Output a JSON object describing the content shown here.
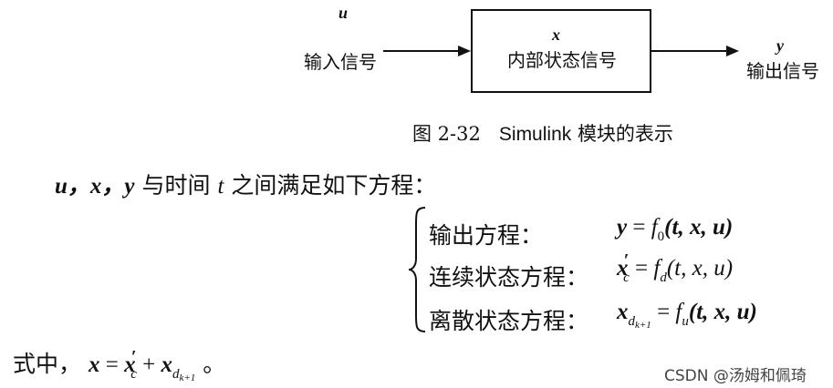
{
  "diagram": {
    "input_var": "u",
    "input_label": "输入信号",
    "state_var": "x",
    "state_label": "内部状态信号",
    "output_var": "y",
    "output_label": "输出信号"
  },
  "caption": {
    "figure_no": "图 2-32",
    "title_en": "Simulink",
    "title_cn": "模块的表示"
  },
  "intro": {
    "vars": "u，x，y",
    "text_a": "与时间",
    "t": "t",
    "text_b": "之间满足如下方程："
  },
  "equations": {
    "output_label": "输出方程：",
    "continuous_label": "连续状态方程：",
    "discrete_label": "离散状态方程：",
    "eq1": {
      "lhs": "y",
      "eq": " = ",
      "f": "f",
      "sub": "0",
      "args": "(t, x, u)"
    },
    "eq2": {
      "lhs": "x",
      "prime": "′",
      "sub": "c",
      "eq": " = ",
      "f": "f",
      "fsub": "d",
      "args": "(t, x, u)"
    },
    "eq3": {
      "lhs": "x",
      "sub": "d",
      "subsub": "k+1",
      "eq": " = ",
      "f": "f",
      "fsub": "u",
      "args": "(t, x, u)"
    }
  },
  "footnote": {
    "prefix": "式中，",
    "x": "x",
    "eq": " = ",
    "xc": "x",
    "prime": "′",
    "csub": "c",
    "plus": " + ",
    "xd": "x",
    "dsub": "d",
    "dsubsub": "k+1",
    "end": " 。"
  },
  "watermark": "CSDN @汤姆和佩琦"
}
